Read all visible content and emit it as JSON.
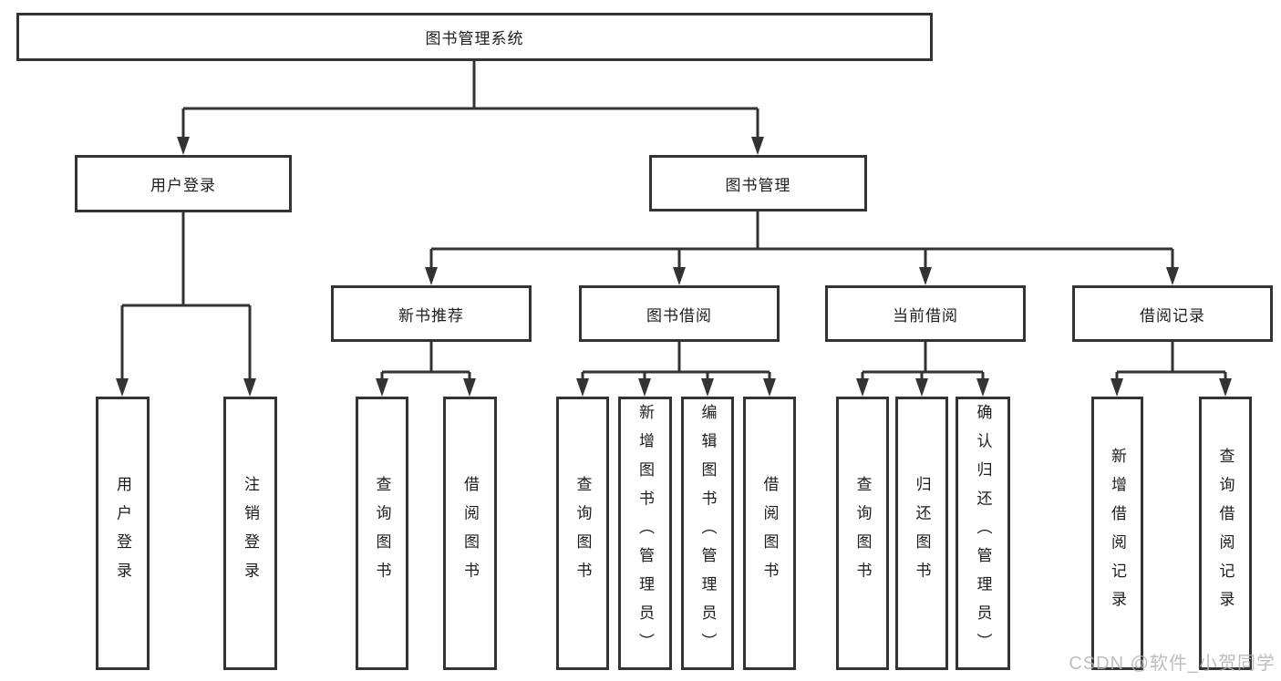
{
  "tree": {
    "root": "图书管理系统",
    "children": [
      {
        "label": "用户登录",
        "leaves": [
          "用户登录",
          "注销登录"
        ]
      },
      {
        "label": "图书管理",
        "children": [
          {
            "label": "新书推荐",
            "leaves": [
              "查询图书",
              "借阅图书"
            ]
          },
          {
            "label": "图书借阅",
            "leaves": [
              "查询图书",
              "新增图书（管理员）",
              "编辑图书（管理员）",
              "借阅图书"
            ]
          },
          {
            "label": "当前借阅",
            "leaves": [
              "查询图书",
              "归还图书",
              "确认归还（管理员）"
            ]
          },
          {
            "label": "借阅记录",
            "leaves": [
              "新增借阅记录",
              "查询借阅记录"
            ]
          }
        ]
      }
    ]
  },
  "watermark": "CSDN @软件_小贺同学",
  "style": {
    "line_color": "#333333",
    "text_color": "#1d1d1d",
    "background_color": "#ffffff",
    "watermark_color": "rgba(178,178,178,0.85)"
  }
}
